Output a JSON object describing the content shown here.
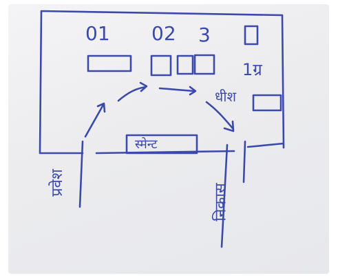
{
  "labels": {
    "box_1": "01",
    "box_2": "02",
    "box_3": "3",
    "box_4": "1ग्र",
    "right_label": "धीश",
    "entrance_box": "स्मेन्ट",
    "entry": "प्रवेश",
    "exit": "निकास"
  },
  "colors": {
    "ink": "#3b4aa8",
    "paper": "#ececef"
  }
}
